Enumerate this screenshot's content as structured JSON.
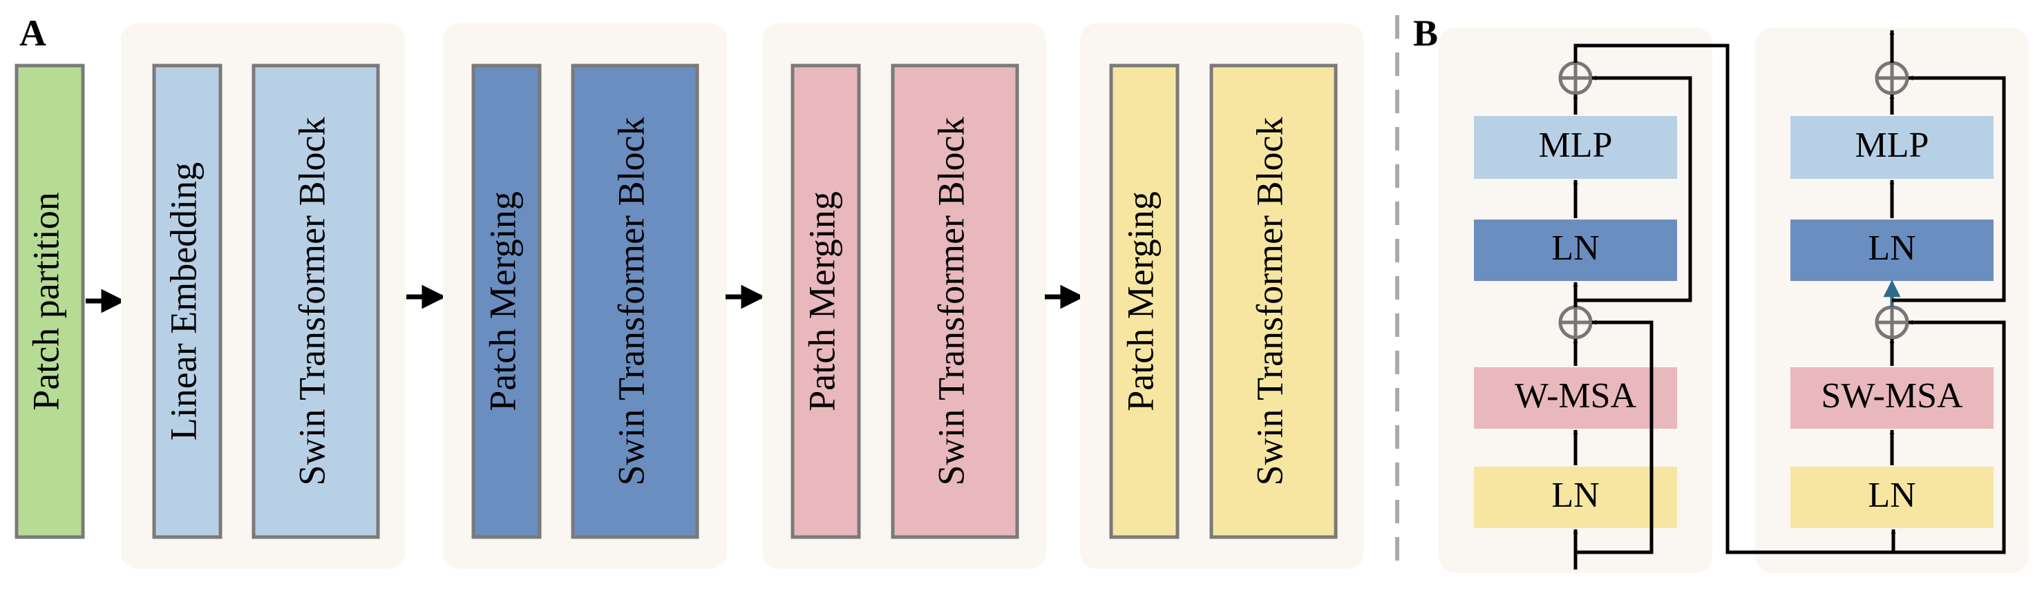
{
  "panel_a": {
    "label": "A",
    "patch_partition": "Patch partition",
    "stage1": {
      "left": "Linear Embedding",
      "right": "Swin Transformer Block"
    },
    "stage2": {
      "left": "Patch Merging",
      "right": "Swin Transformer Block"
    },
    "stage3": {
      "left": "Patch Merging",
      "right": "Swin Transformer Block"
    },
    "stage4": {
      "left": "Patch Merging",
      "right": "Swin Transformer Block"
    }
  },
  "panel_b": {
    "label": "B",
    "block1": {
      "mlp": "MLP",
      "ln_top": "LN",
      "attn": "W-MSA",
      "ln_bottom": "LN"
    },
    "block2": {
      "mlp": "MLP",
      "ln_top": "LN",
      "attn": "SW-MSA",
      "ln_bottom": "LN"
    }
  },
  "colors": {
    "stage_bg": "#faf6f1",
    "green": "#b5db94",
    "light_blue": "#b8d0e5",
    "blue": "#6b8ec0",
    "pink": "#e8b8bc",
    "yellow": "#f6e6a2",
    "box_border": "#7a7a7a",
    "dashed_divider": "#aaaaaa",
    "arrow": "#000000",
    "arrow_highlight": "#2e6b8a",
    "plus_circle": "#777777"
  }
}
